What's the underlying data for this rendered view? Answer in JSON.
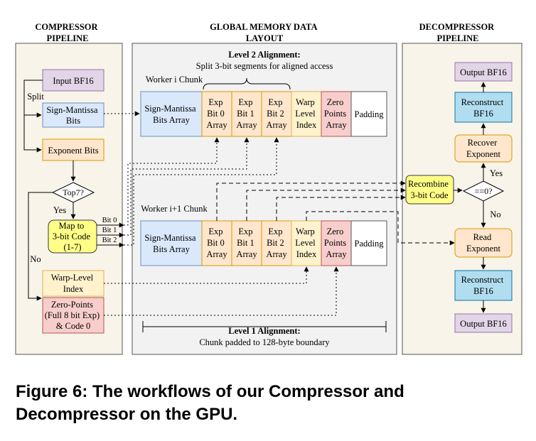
{
  "colors": {
    "panel": "#f8f4ea",
    "panel_mid": "#f2f2f2",
    "purple": "#e1d5e7",
    "blue": "#dae8fc",
    "orange": "#ffe6cc",
    "yellow": "#fff2cc",
    "red": "#f8cecc",
    "teal": "#b1ddf0",
    "bright_yellow": "#ffff88",
    "white": "#ffffff"
  },
  "headers": {
    "compressor": [
      "COMPRESSOR",
      "PIPELINE"
    ],
    "memory": [
      "GLOBAL MEMORY DATA",
      "LAYOUT"
    ],
    "decompressor": [
      "DECOMPRESSOR",
      "PIPELINE"
    ]
  },
  "compressor": {
    "input": "Input BF16",
    "split": "Split",
    "sign_mantissa": [
      "Sign-Mantissa",
      "Bits"
    ],
    "exponent_bits": "Exponent Bits",
    "decision": "Top7?",
    "yes": "Yes",
    "no": "No",
    "map": [
      "Map to",
      "3-bit Code",
      "(1-7)"
    ],
    "bit0": "Bit 0",
    "bit1": "Bit 1",
    "bit2": "Bit 2",
    "warp_index": [
      "Warp-Level",
      "Index"
    ],
    "zero_points": [
      "Zero-Points",
      "(Full 8 bit Exp)",
      "& Code 0"
    ]
  },
  "memory": {
    "level2_title": "Level 2 Alignment:",
    "level2_sub": "Split 3-bit segments for aligned access",
    "worker_i": "Worker i Chunk",
    "worker_i1": "Worker i+1 Chunk",
    "cells": {
      "sign_mantissa": [
        "Sign-Mantissa",
        "Bits Array"
      ],
      "exp0": [
        "Exp",
        "Bit 0",
        "Array"
      ],
      "exp1": [
        "Exp",
        "Bit 1",
        "Array"
      ],
      "exp2": [
        "Exp",
        "Bit 2",
        "Array"
      ],
      "warp": [
        "Warp",
        "Level",
        "Index"
      ],
      "zero": [
        "Zero",
        "Points",
        "Array"
      ],
      "padding": "Padding"
    },
    "level1_title": "Level 1 Alignment:",
    "level1_sub": "Chunk padded to 128-byte boundary"
  },
  "decompressor": {
    "output_top": "Output BF16",
    "reconstruct_top": [
      "Reconstruct",
      "BF16"
    ],
    "recover": [
      "Recover",
      "Exponent"
    ],
    "recombine": [
      "Recombine",
      "3-bit Code"
    ],
    "decision": "==0?",
    "yes": "Yes",
    "no": "No",
    "read": [
      "Read",
      "Exponent"
    ],
    "reconstruct_bottom": [
      "Reconstruct",
      "BF16"
    ],
    "output_bottom": "Output BF16"
  },
  "caption": "Figure 6: The workflows of our Compressor and Decompressor on the GPU."
}
